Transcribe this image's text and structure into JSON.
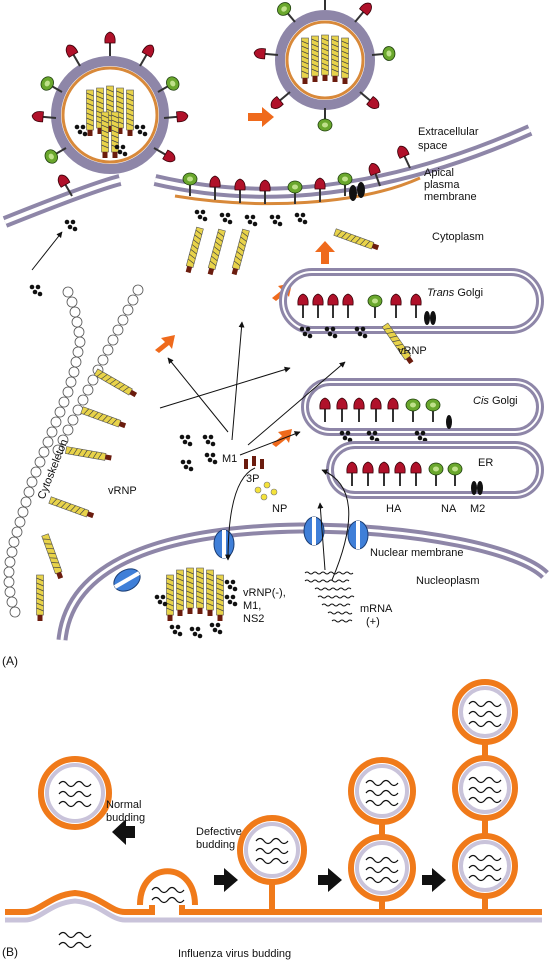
{
  "panel_a": {
    "letter": "(A)",
    "labels": {
      "extracellular": [
        "Extracellular",
        "space"
      ],
      "apical": [
        "Apical",
        "plasma",
        "membrane"
      ],
      "cytoplasm": "Cytoplasm",
      "trans_golgi_italic": "Trans",
      "trans_golgi_rest": " Golgi",
      "cis_golgi_italic": "Cis",
      "cis_golgi_rest": " Golgi",
      "er": "ER",
      "vrnp_golgi": "vRNP",
      "vrnp_cyto": "vRNP",
      "cytoskeleton": "Cytoskeleton",
      "m1": "M1",
      "three_p": "3P",
      "np": "NP",
      "ha": "HA",
      "na": "NA",
      "m2": "M2",
      "nuclear_membrane": "Nuclear membrane",
      "nucleoplasm": "Nucleoplasm",
      "vrnp_complex": [
        "vRNP(-),",
        "M1,",
        "NS2"
      ],
      "mrna": [
        "mRNA",
        "(+)"
      ]
    }
  },
  "panel_b": {
    "letter": "(B)",
    "labels": {
      "normal": [
        "Normal",
        "budding"
      ],
      "defective": [
        "Defective",
        "budding"
      ],
      "caption": "Influenza virus budding"
    }
  },
  "colors": {
    "membrane_purple": "#8e86a8",
    "membrane_orange": "#d8893a",
    "ha_red": "#b0112a",
    "na_green": "#6aa72d",
    "rnp_yellow": "#e8d34a",
    "arrow_orange": "#ef6a1c",
    "pore_blue": "#3f7fd8",
    "budding_orange": "#f07a1a",
    "budding_lilac": "#c9c3da"
  }
}
